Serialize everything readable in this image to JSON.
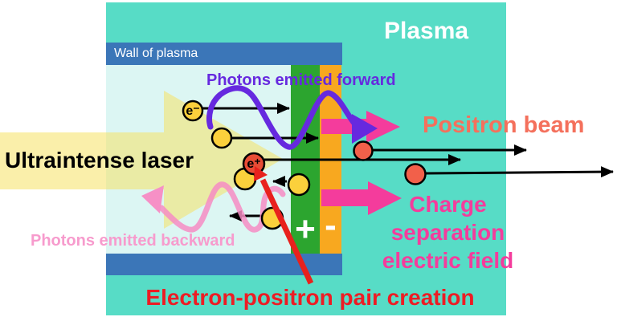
{
  "figure": {
    "plasma_label": "Plasma",
    "wall_label": "Wall of plasma",
    "laser_label": "Ultraintense laser",
    "photons_forward_label": "Photons emitted forward",
    "photons_backward_label": "Photons emitted backward",
    "positron_beam_label": "Positron beam",
    "charge_field_label": "Charge\nseparation\nelectric field",
    "pair_creation_label": "Electron-positron pair creation",
    "plus_sign": "+",
    "minus_sign": "-",
    "electron_symbol": "e⁻",
    "positron_symbol": "e⁺"
  },
  "colors": {
    "plasma_teal": "#57DCC6",
    "channel_cyan": "#DCF6F3",
    "wall_blue": "#3B76B8",
    "positive_layer_green": "#2CA52F",
    "negative_layer_orange": "#F8A81F",
    "laser_yellow": "rgba(246,226,100,0.55)",
    "photon_forward_purple": "#6629DF",
    "photon_backward_pink": "#F690C6",
    "field_arrow_pink": "#F43C9C",
    "positron_salmon": "#F2604A",
    "electron_yellow": "#FBD03C",
    "pair_creation_red": "#E8211D",
    "text_red": "#ED1C24",
    "positron_text": "#F4705C"
  }
}
